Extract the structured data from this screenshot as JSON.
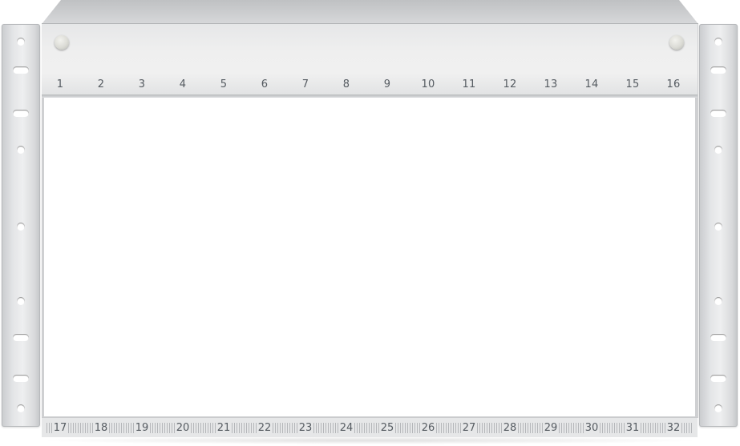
{
  "device": {
    "top_ports": [
      "1",
      "2",
      "3",
      "4",
      "5",
      "6",
      "7",
      "8",
      "9",
      "10",
      "11",
      "12",
      "13",
      "14",
      "15",
      "16"
    ],
    "bottom_ports": [
      "17",
      "18",
      "19",
      "20",
      "21",
      "22",
      "23",
      "24",
      "25",
      "26",
      "27",
      "28",
      "29",
      "30",
      "31",
      "32"
    ]
  },
  "colors": {
    "header": "#efefef",
    "ear": "#e4e5e7",
    "label": "#555b61",
    "slot_area": "#ffffff"
  },
  "icons": {
    "screw": "mounting-screw-icon",
    "rack_hole": "rack-hole-icon"
  }
}
